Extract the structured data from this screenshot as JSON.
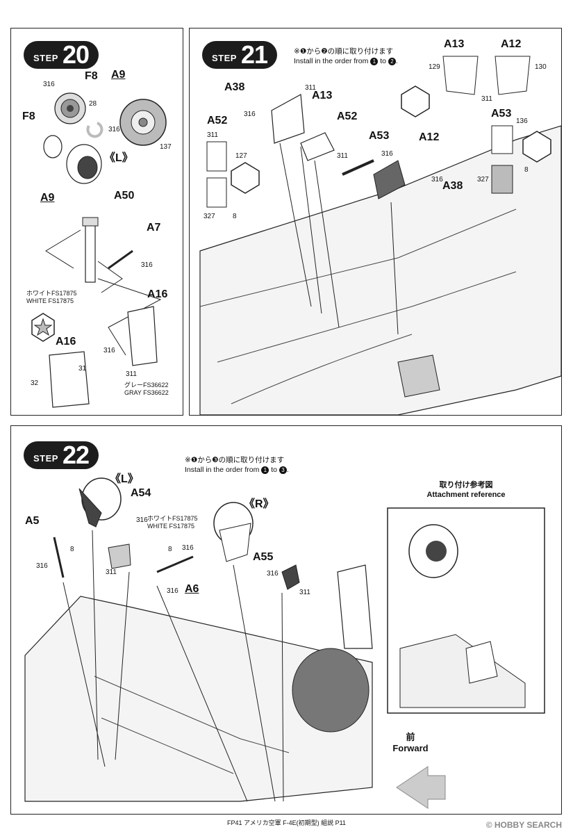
{
  "step20": {
    "word": "STEP",
    "number": "20",
    "labels": {
      "f8_top": "F8",
      "a9_top": "A9",
      "f8_left": "F8",
      "a9_left": "A9",
      "l": "《L》",
      "a50": "A50",
      "a7": "A7",
      "a16_mid": "A16",
      "a16_low": "A16"
    },
    "parts": {
      "p316a": "316",
      "p28": "28",
      "p316b": "316",
      "p137": "137",
      "p316c": "316",
      "p316d": "316",
      "p311": "311",
      "p31": "31",
      "p32": "32"
    },
    "white_jp": "ホワイトFS17875",
    "white_en": "WHITE FS17875",
    "gray_jp": "グレーFS36622",
    "gray_en": "GRAY FS36622"
  },
  "step21": {
    "word": "STEP",
    "number": "21",
    "note_jp": "※❶から❷の順に取り付けます",
    "note_en_a": "Install in the order from",
    "note_en_b": "to",
    "labels": {
      "a13_top": "A13",
      "a12_top": "A12",
      "a38_left": "A38",
      "a13": "A13",
      "a52_center": "A52",
      "a52_left": "A52",
      "a53": "A53",
      "a12": "A12",
      "a53_right": "A53",
      "a38_right": "A38"
    },
    "parts": {
      "p311a": "311",
      "p129": "129",
      "p130": "130",
      "p311b": "311",
      "p316a": "316",
      "p311c": "311",
      "p127": "127",
      "p327a": "327",
      "p8a": "8",
      "p311d": "311",
      "p316b": "316",
      "p316c": "316",
      "p136": "136",
      "p327b": "327",
      "p8b": "8"
    }
  },
  "step22": {
    "word": "STEP",
    "number": "22",
    "note_jp": "※❶から❸の順に取り付けます",
    "note_en_a": "Install in the order from",
    "note_en_b": "to",
    "labels": {
      "l": "《L》",
      "r": "《R》",
      "a54": "A54",
      "a5": "A5",
      "a55": "A55",
      "a6": "A6"
    },
    "white_jp": "ホワイトFS17875",
    "white_en": "WHITE FS17875",
    "parts": {
      "p316a": "316",
      "p311a": "311",
      "p8a": "8",
      "p316b": "316",
      "p8b": "8",
      "p316c": "316",
      "p316d": "316",
      "p316e": "316",
      "p311b": "311"
    },
    "ref_jp": "取り付け参考図",
    "ref_en": "Attachment reference",
    "fwd_jp": "前",
    "fwd_en": "Forward"
  },
  "footer": "FP41 アメリカ空軍 F-4E(初期型) 組説 P11",
  "watermark": "© HOBBY SEARCH"
}
